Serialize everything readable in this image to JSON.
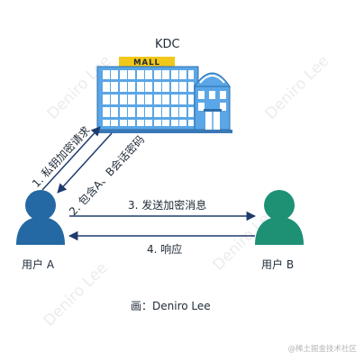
{
  "kdc_label": "KDC",
  "mall_sign": "MALL",
  "user_a": "用户 A",
  "user_b": "用户 B",
  "step1": "1. 私钥加密请求",
  "step2": "2. 包含A、B会话密码",
  "step3": "3. 发送加密消息",
  "step4": "4. 响应",
  "caption": "画：Deniro Lee",
  "watermark": "Deniro Lee",
  "footer": "@稀土掘金技术社区",
  "colors": {
    "user_a": "#2469a3",
    "user_b": "#1e9175",
    "arrow": "#1f3b6e",
    "building_blue": "#5aa6e6",
    "sign": "#f2c81a"
  }
}
